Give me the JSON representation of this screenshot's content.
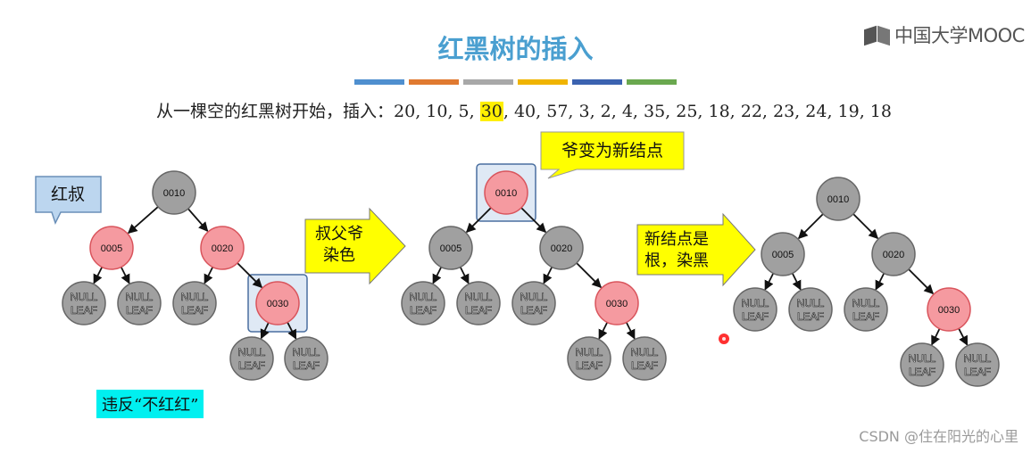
{
  "title": "红黑树的插入",
  "color_bars": [
    "#4f8fcf",
    "#e07a30",
    "#a8a8a8",
    "#f0b400",
    "#3b62b0",
    "#6aa84f"
  ],
  "sequence": {
    "prefix": "从一棵空的红黑树开始，插入：",
    "before": "20, 10, 5, ",
    "highlight": "30",
    "after": ", 40, 57, 3, 2, 4, 35, 25, 18, 22, 23, 24, 19, 18"
  },
  "logo": "中国大学MOOC",
  "callouts": {
    "red_uncle": "红叔",
    "grandparent_new": "爷变为新结点"
  },
  "arrows": {
    "recolor": [
      "叔父爷",
      "染色"
    ],
    "root_black": [
      "新结点是",
      "根，染黑"
    ]
  },
  "caption": "违反“不红红”",
  "watermark": "CSDN @住在阳光的心里",
  "colors": {
    "red_node": "#f59aa0",
    "red_node_border": "#d9545c",
    "black_node": "#a0a0a0",
    "black_node_border": "#666666",
    "title": "#4a9fd0",
    "arrow_fill": "#ffff00",
    "callout_fill": "#bcd6ef",
    "highlight": "#ffef00",
    "caption_bg": "#00f0f0"
  },
  "null_leaf": [
    "NULL",
    "LEAF"
  ],
  "trees": [
    {
      "nodes": [
        {
          "id": "n10",
          "label": "0010",
          "color": "black"
        },
        {
          "id": "n5",
          "label": "0005",
          "color": "red"
        },
        {
          "id": "n20",
          "label": "0020",
          "color": "red"
        },
        {
          "id": "l1",
          "null": true
        },
        {
          "id": "l2",
          "null": true
        },
        {
          "id": "l3",
          "null": true
        },
        {
          "id": "n30",
          "label": "0030",
          "color": "red",
          "focus": true
        },
        {
          "id": "l4",
          "null": true
        },
        {
          "id": "l5",
          "null": true
        }
      ],
      "edges": [
        [
          "n10",
          "n5"
        ],
        [
          "n10",
          "n20"
        ],
        [
          "n5",
          "l1"
        ],
        [
          "n5",
          "l2"
        ],
        [
          "n20",
          "l3"
        ],
        [
          "n20",
          "n30"
        ],
        [
          "n30",
          "l4"
        ],
        [
          "n30",
          "l5"
        ]
      ]
    },
    {
      "nodes": [
        {
          "id": "n10",
          "label": "0010",
          "color": "red",
          "focus": true
        },
        {
          "id": "n5",
          "label": "0005",
          "color": "black"
        },
        {
          "id": "n20",
          "label": "0020",
          "color": "black"
        },
        {
          "id": "l1",
          "null": true
        },
        {
          "id": "l2",
          "null": true
        },
        {
          "id": "l3",
          "null": true
        },
        {
          "id": "n30",
          "label": "0030",
          "color": "red"
        },
        {
          "id": "l4",
          "null": true
        },
        {
          "id": "l5",
          "null": true
        }
      ],
      "edges": [
        [
          "n10",
          "n5"
        ],
        [
          "n10",
          "n20"
        ],
        [
          "n5",
          "l1"
        ],
        [
          "n5",
          "l2"
        ],
        [
          "n20",
          "l3"
        ],
        [
          "n20",
          "n30"
        ],
        [
          "n30",
          "l4"
        ],
        [
          "n30",
          "l5"
        ]
      ]
    },
    {
      "nodes": [
        {
          "id": "n10",
          "label": "0010",
          "color": "black"
        },
        {
          "id": "n5",
          "label": "0005",
          "color": "black"
        },
        {
          "id": "n20",
          "label": "0020",
          "color": "black"
        },
        {
          "id": "l1",
          "null": true
        },
        {
          "id": "l2",
          "null": true
        },
        {
          "id": "l3",
          "null": true
        },
        {
          "id": "n30",
          "label": "0030",
          "color": "red"
        },
        {
          "id": "l4",
          "null": true
        },
        {
          "id": "l5",
          "null": true
        }
      ],
      "edges": [
        [
          "n10",
          "n5"
        ],
        [
          "n10",
          "n20"
        ],
        [
          "n5",
          "l1"
        ],
        [
          "n5",
          "l2"
        ],
        [
          "n20",
          "l3"
        ],
        [
          "n20",
          "n30"
        ],
        [
          "n30",
          "l4"
        ],
        [
          "n30",
          "l5"
        ]
      ]
    }
  ]
}
